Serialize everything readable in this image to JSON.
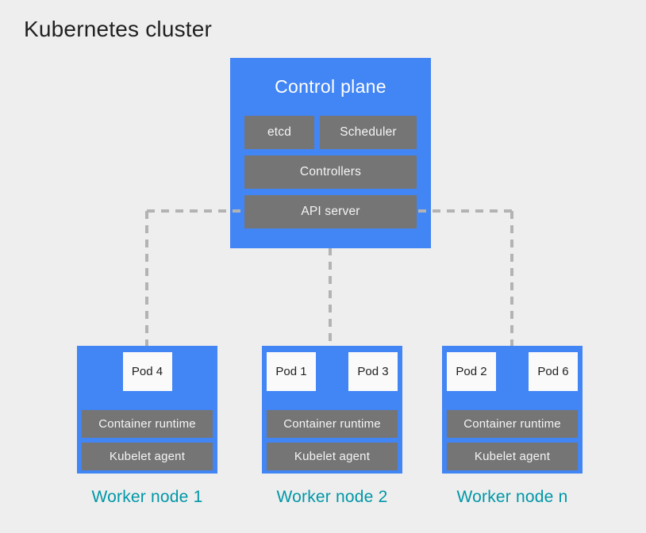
{
  "diagram_title": "Kubernetes cluster",
  "colors": {
    "background": "#eeeeee",
    "node_blue": "#4285f4",
    "component_gray": "#757575",
    "pod_white": "#fafafa",
    "worker_label_teal": "#0097a7",
    "connector_gray": "#b3b3b3",
    "title_text": "#212121"
  },
  "control_plane": {
    "title": "Control plane",
    "etcd_label": "etcd",
    "scheduler_label": "Scheduler",
    "controllers_label": "Controllers",
    "api_server_label": "API server"
  },
  "worker_nodes": [
    {
      "label": "Worker node 1",
      "pods": [
        "Pod 4"
      ],
      "container_runtime_label": "Container runtime",
      "kubelet_label": "Kubelet agent"
    },
    {
      "label": "Worker node 2",
      "pods": [
        "Pod 1",
        "Pod 3"
      ],
      "container_runtime_label": "Container runtime",
      "kubelet_label": "Kubelet agent"
    },
    {
      "label": "Worker node n",
      "pods": [
        "Pod 2",
        "Pod 6"
      ],
      "container_runtime_label": "Container runtime",
      "kubelet_label": "Kubelet agent"
    }
  ]
}
